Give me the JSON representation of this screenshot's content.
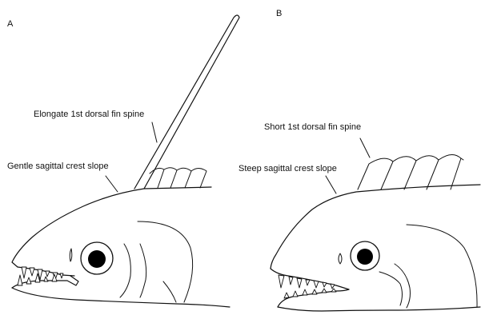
{
  "panels": {
    "a": {
      "letter": "A",
      "labels": {
        "spine": "Elongate 1st dorsal fin spine",
        "crest": "Gentle sagittal crest slope"
      }
    },
    "b": {
      "letter": "B",
      "labels": {
        "spine": "Short 1st dorsal fin spine",
        "crest": "Steep sagittal crest slope"
      }
    }
  }
}
